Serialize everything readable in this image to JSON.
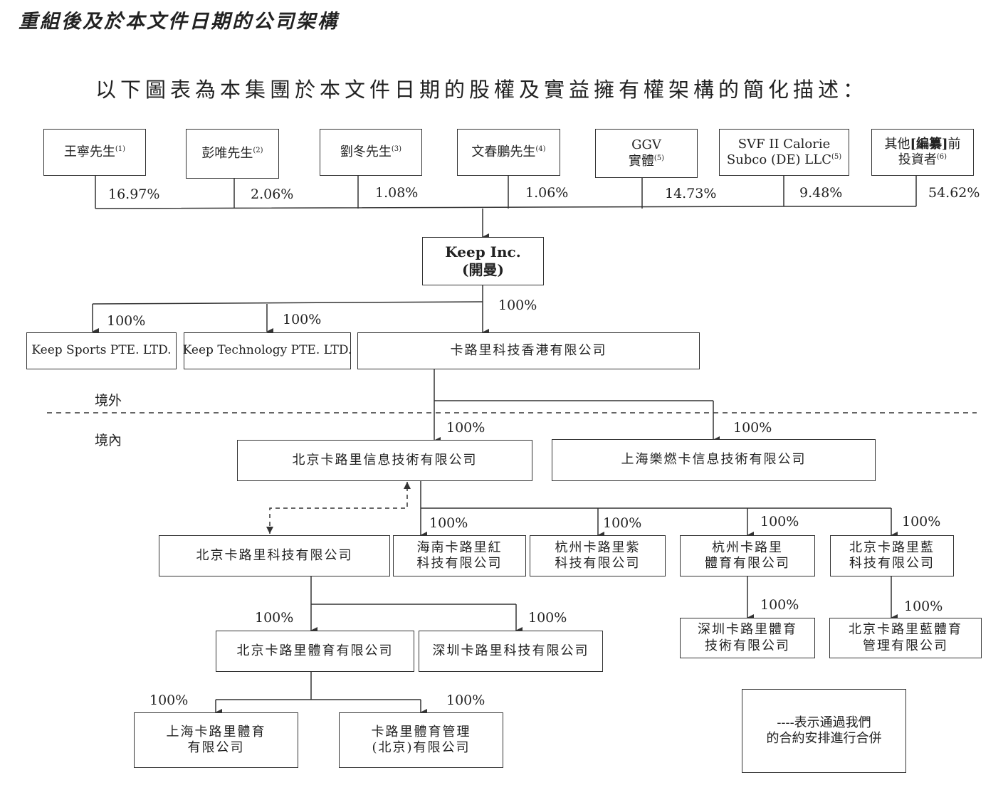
{
  "heading": "重組後及於本文件日期的公司架構",
  "intro": "以下圖表為本集團於本文件日期的股權及實益擁有權架構的簡化描述：",
  "shareholders": [
    {
      "id": "wang",
      "name": "王寧先生",
      "note": "(1)",
      "pct": "16.97%"
    },
    {
      "id": "peng",
      "name": "彭唯先生",
      "note": "(2)",
      "pct": "2.06%"
    },
    {
      "id": "liu",
      "name": "劉冬先生",
      "note": "(3)",
      "pct": "1.08%"
    },
    {
      "id": "wen",
      "name": "文春鵬先生",
      "note": "(4)",
      "pct": "1.06%"
    },
    {
      "id": "ggv",
      "name_line1": "GGV",
      "name_line2": "實體",
      "note": "(5)",
      "pct": "14.73%"
    },
    {
      "id": "svf",
      "name_line1": "SVF II Calorie",
      "name_line2": "Subco (DE) LLC",
      "note": "(5)",
      "pct": "9.48%"
    },
    {
      "id": "other",
      "name_line1_pre": "其他",
      "name_line1_bold": "[編纂]",
      "name_line1_post": "前",
      "name_line2": "投資者",
      "note": "(6)",
      "pct": "54.62%"
    }
  ],
  "keep": {
    "line1": "Keep Inc.",
    "line2": "(開曼)"
  },
  "offshore_subs": {
    "keep_sports": "Keep Sports PTE. LTD.",
    "keep_tech": "Keep Technology PTE. LTD.",
    "hk": "卡路里科技香港有限公司",
    "pct_sports": "100%",
    "pct_tech": "100%",
    "pct_hk": "100%"
  },
  "regions": {
    "offshore": "境外",
    "onshore": "境內"
  },
  "onshore": {
    "bj_info": "北京卡路里信息技術有限公司",
    "sh_lerun": "上海樂燃卡信息技術有限公司",
    "pct_bj_info": "100%",
    "pct_sh_lerun": "100%",
    "bj_tech": "北京卡路里科技有限公司",
    "hainan": {
      "line1": "海南卡路里紅",
      "line2": "科技有限公司",
      "pct": "100%"
    },
    "hz_zi": {
      "line1": "杭州卡路里紫",
      "line2": "科技有限公司",
      "pct": "100%"
    },
    "hz_sport": {
      "line1": "杭州卡路里",
      "line2": "體育有限公司",
      "pct": "100%"
    },
    "bj_lan": {
      "line1": "北京卡路里藍",
      "line2": "科技有限公司",
      "pct": "100%"
    },
    "sz_sport": {
      "line1": "深圳卡路里體育",
      "line2": "技術有限公司",
      "pct": "100%"
    },
    "bj_lan_sport": {
      "line1": "北京卡路里藍體育",
      "line2": "管理有限公司",
      "pct": "100%"
    },
    "bj_sport": "北京卡路里體育有限公司",
    "pct_bj_sport": "100%",
    "sz_tech": "深圳卡路里科技有限公司",
    "pct_sz_tech": "100%",
    "sh_sport": {
      "line1": "上海卡路里體育",
      "line2": "有限公司",
      "pct": "100%"
    },
    "mgmt": {
      "line1": "卡路里體育管理",
      "line2": "(北京)有限公司",
      "pct": "100%"
    }
  },
  "legend": {
    "line1": "----表示通過我們",
    "line2": "的合約安排進行合併"
  }
}
